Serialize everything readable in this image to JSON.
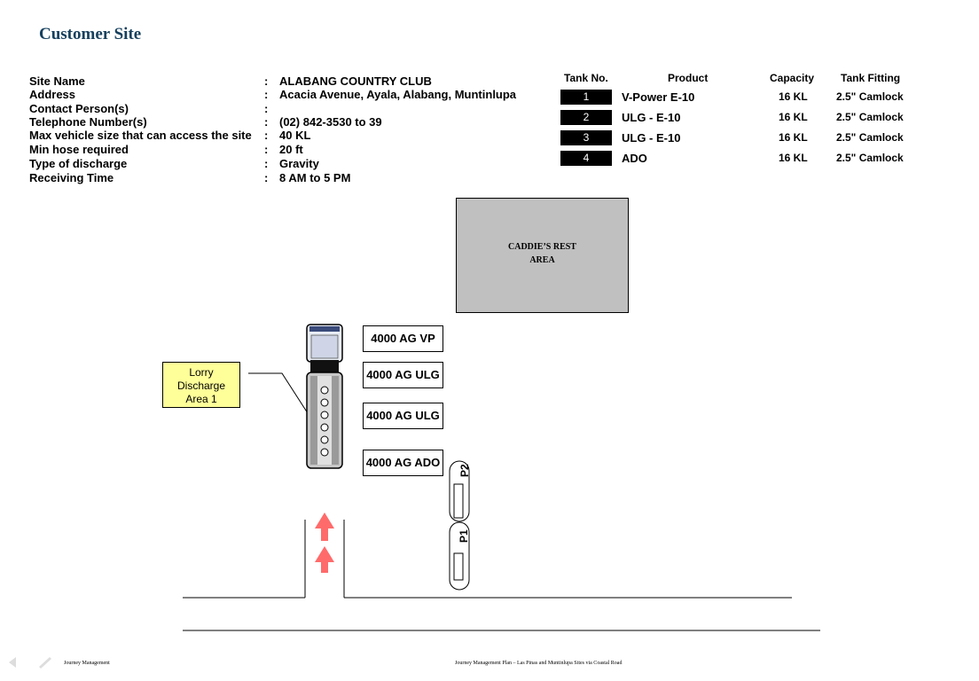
{
  "page": {
    "title": "Customer Site"
  },
  "site_info": [
    {
      "label": "Site Name",
      "value": "ALABANG COUNTRY CLUB"
    },
    {
      "label": "Address",
      "value": "Acacia Avenue, Ayala, Alabang, Muntinlupa"
    },
    {
      "label": "Contact Person(s)",
      "value": ""
    },
    {
      "label": "Telephone Number(s)",
      "value": "(02) 842-3530 to 39"
    },
    {
      "label": "Max vehicle size that can access the site",
      "value": "40 KL"
    },
    {
      "label": "Min hose required",
      "value": "20 ft"
    },
    {
      "label": "Type of discharge",
      "value": "Gravity"
    },
    {
      "label": "Receiving Time",
      "value": "8 AM to 5 PM"
    }
  ],
  "tank_table": {
    "headers": {
      "tank_no": "Tank No.",
      "product": "Product",
      "capacity": "Capacity",
      "fitting": "Tank Fitting"
    },
    "rows": [
      {
        "no": "1",
        "product": "V-Power E-10",
        "capacity": "16 KL",
        "fitting": "2.5\" Camlock"
      },
      {
        "no": "2",
        "product": "ULG - E-10",
        "capacity": "16 KL",
        "fitting": "2.5\" Camlock"
      },
      {
        "no": "3",
        "product": "ULG - E-10",
        "capacity": "16 KL",
        "fitting": "2.5\" Camlock"
      },
      {
        "no": "4",
        "product": "ADO",
        "capacity": "16 KL",
        "fitting": "2.5\" Camlock"
      }
    ]
  },
  "diagram": {
    "caddie_area": {
      "line1": "CADDIE’S REST",
      "line2": "AREA"
    },
    "tanks": [
      "4000 AG VP",
      "4000 AG ULG",
      "4000 AG ULG",
      "4000 AG ADO"
    ],
    "lorry_area": {
      "line1": "Lorry",
      "line2": "Discharge",
      "line3": "Area 1"
    },
    "pumps": [
      "P2",
      "P1"
    ]
  },
  "footer": {
    "left": "Journey Management",
    "center": "Journey Management Plan – Las Pinas and Muntinlupa Sites via Coastal Road"
  }
}
